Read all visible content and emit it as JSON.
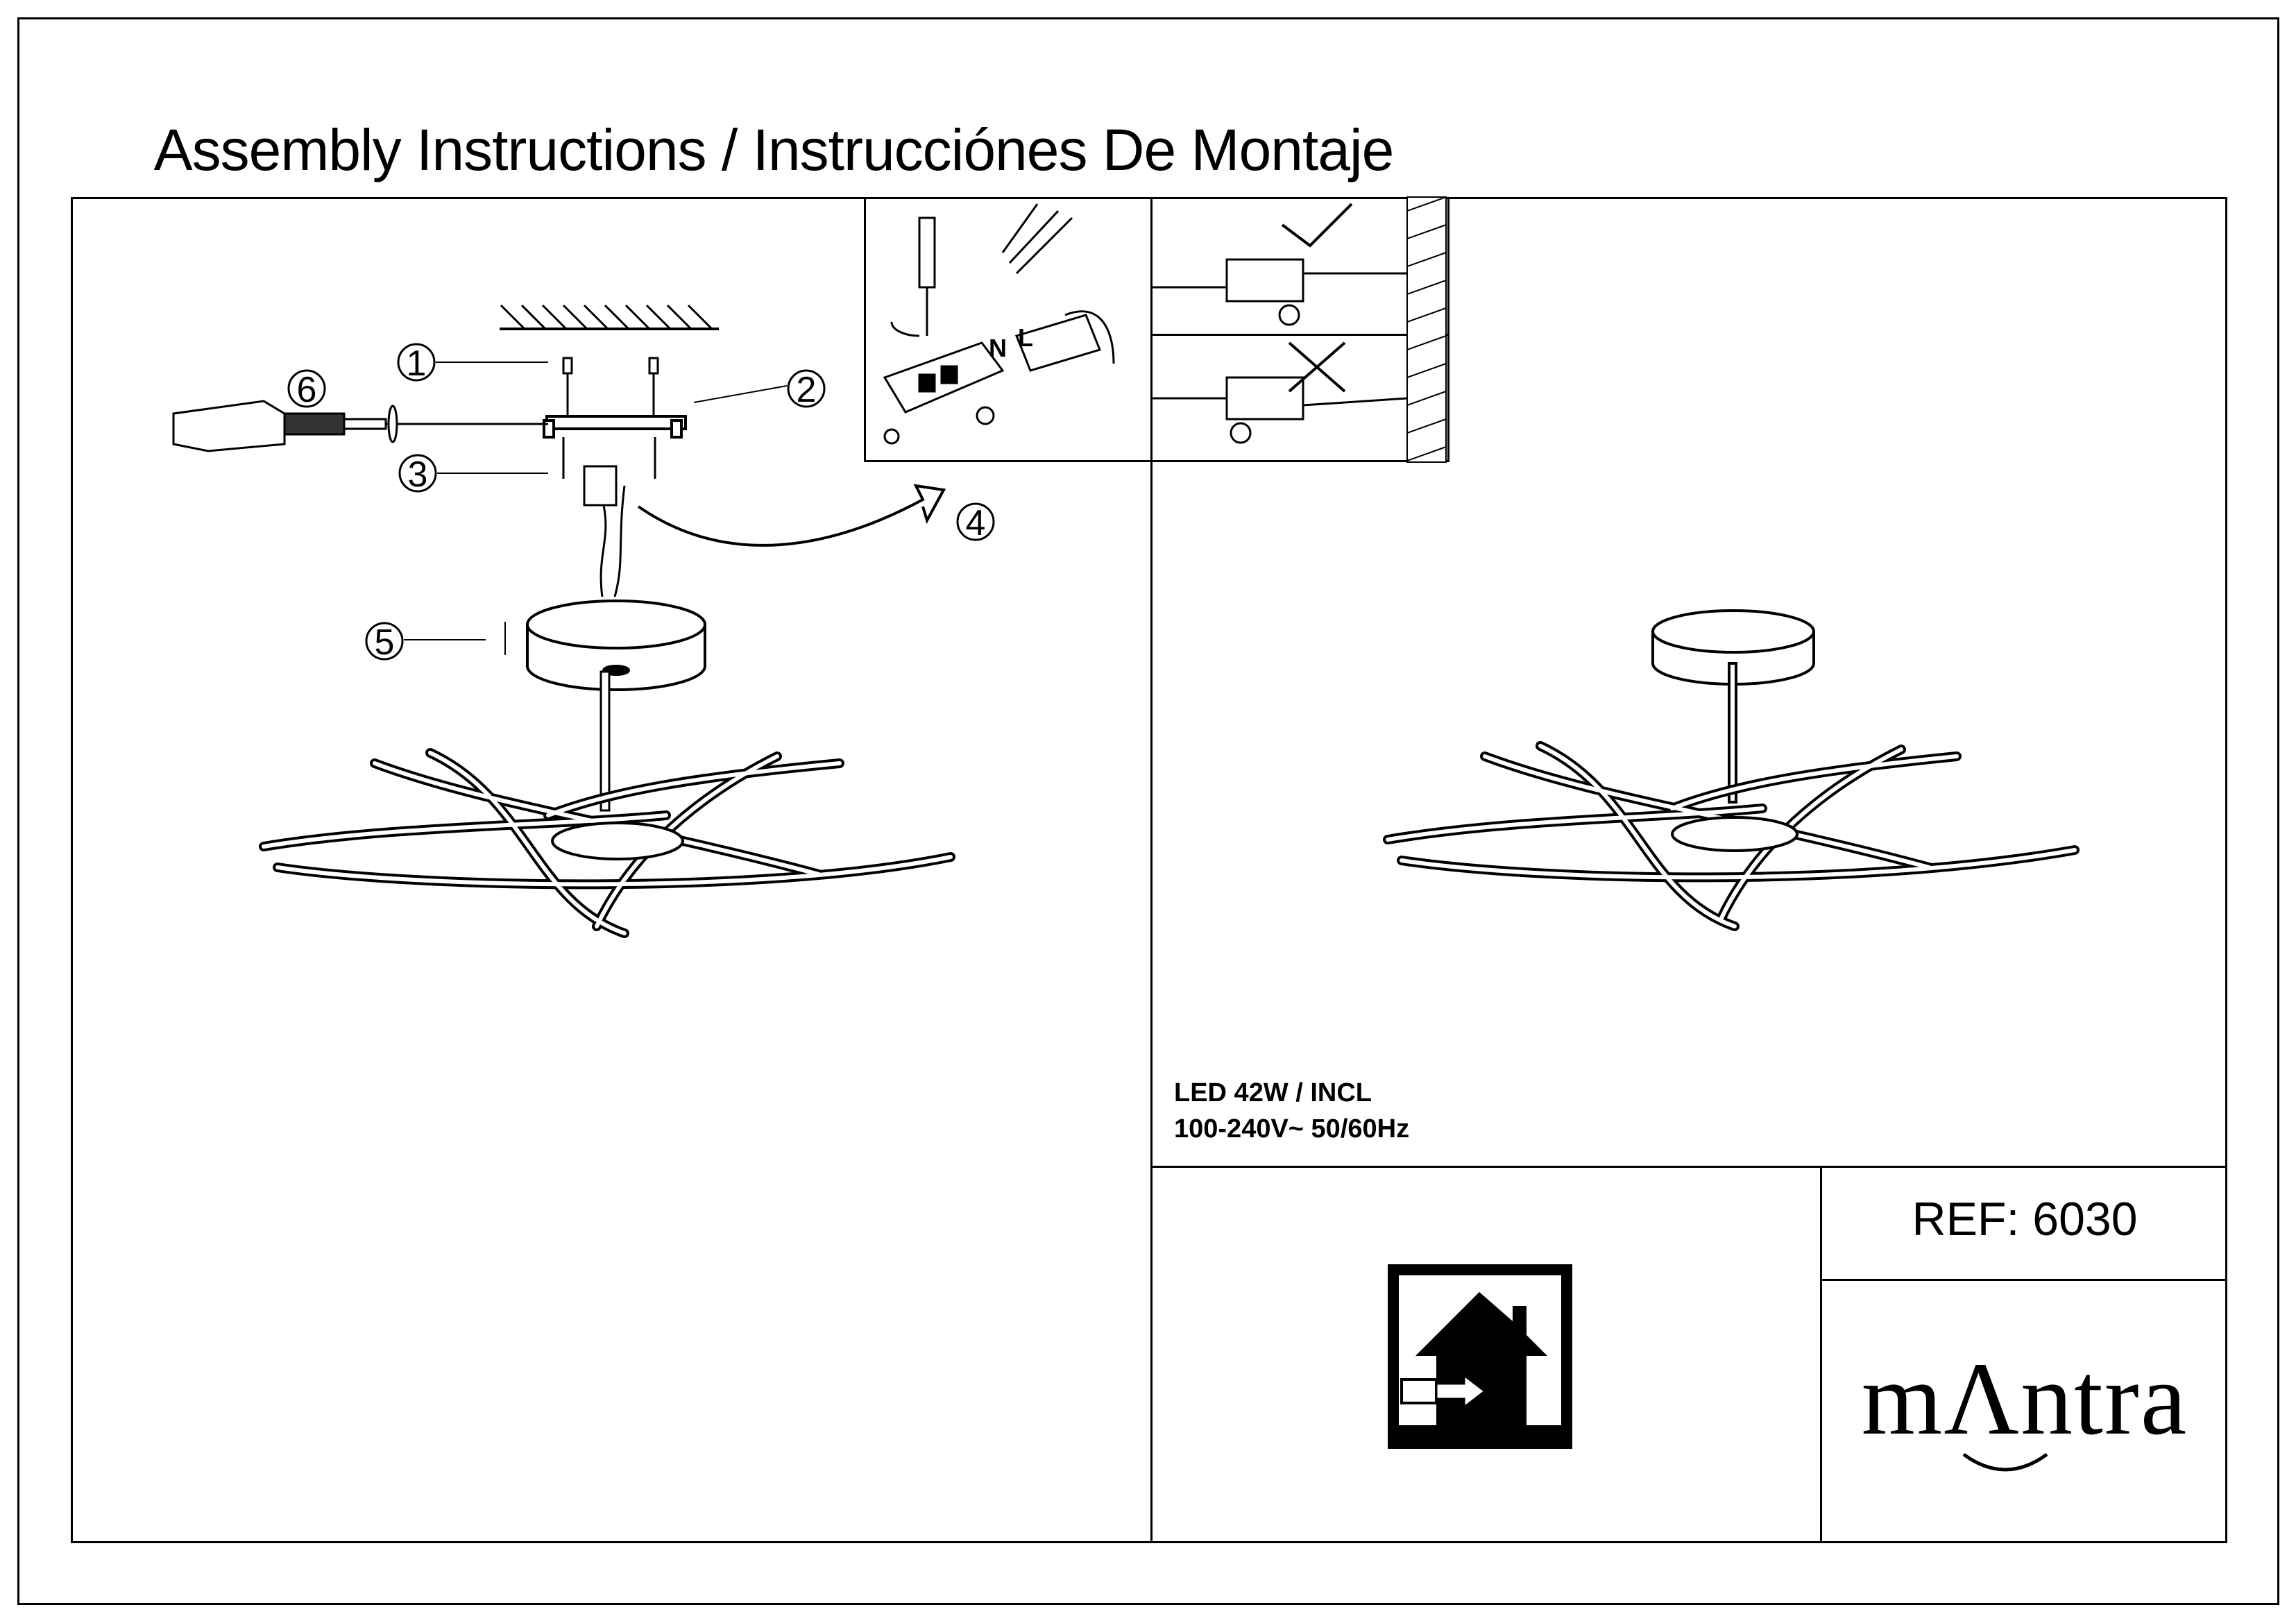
{
  "header": {
    "title": "Assembly Instructions / Instrucciónes De Montaje"
  },
  "steps": [
    {
      "number": "1"
    },
    {
      "number": "2"
    },
    {
      "number": "3"
    },
    {
      "number": "4"
    },
    {
      "number": "5"
    },
    {
      "number": "6"
    }
  ],
  "wiring": {
    "neutral_label": "N",
    "live_label": "L"
  },
  "specs": {
    "power": "LED 42W / INCL",
    "voltage": "100-240V~  50/60Hz"
  },
  "title_block": {
    "ref": "REF: 6030",
    "brand": "mΛntra"
  },
  "icons": [
    "indoor-use-icon",
    "screwdriver-icon",
    "check-icon",
    "cross-icon",
    "ceiling-lamp-icon"
  ],
  "colors": {
    "ink": "#000000",
    "paper": "#ffffff"
  }
}
